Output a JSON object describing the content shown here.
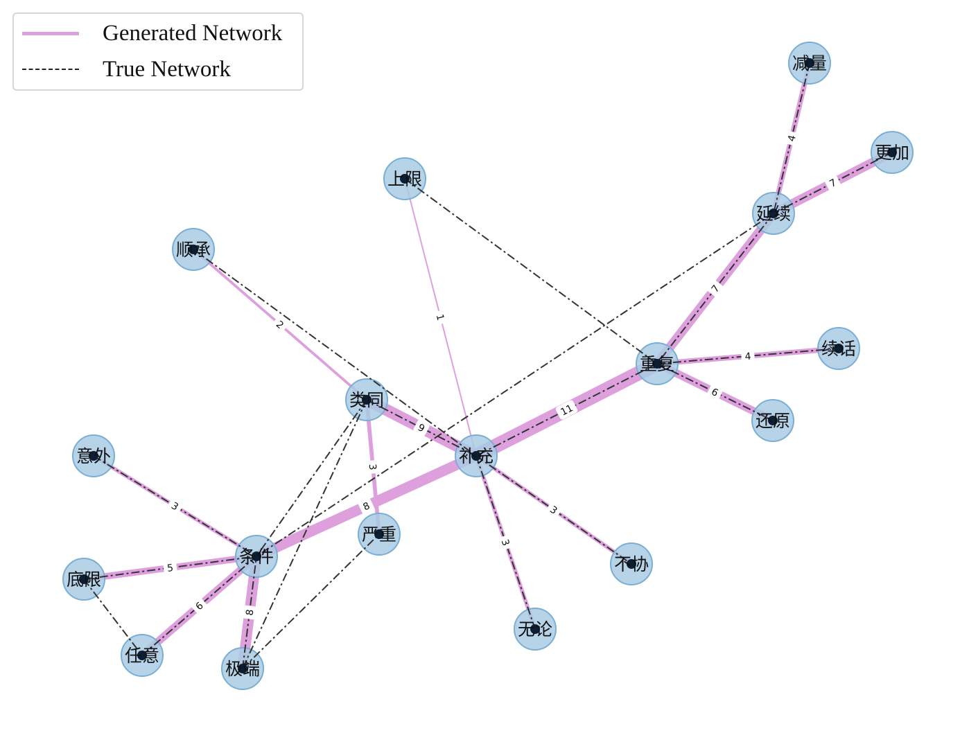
{
  "legend": {
    "generated_label": "Generated Network",
    "true_label": "True Network",
    "generated_color": "#dda0dd",
    "true_color": "#333333"
  },
  "colors": {
    "node_fill": "#a9cbe4",
    "node_stroke": "#7aaed4",
    "dot": "#0b1e33"
  },
  "nodes": [
    {
      "id": "减量",
      "label": "减量"
    },
    {
      "id": "更加",
      "label": "更加"
    },
    {
      "id": "上限",
      "label": "上限"
    },
    {
      "id": "延续",
      "label": "延续"
    },
    {
      "id": "顺承",
      "label": "顺承"
    },
    {
      "id": "续话",
      "label": "续话"
    },
    {
      "id": "重复",
      "label": "重复"
    },
    {
      "id": "类同",
      "label": "类同"
    },
    {
      "id": "还原",
      "label": "还原"
    },
    {
      "id": "意外",
      "label": "意外"
    },
    {
      "id": "补充",
      "label": "补充"
    },
    {
      "id": "严重",
      "label": "严重"
    },
    {
      "id": "不协",
      "label": "不协"
    },
    {
      "id": "条件",
      "label": "条件"
    },
    {
      "id": "底限",
      "label": "底限"
    },
    {
      "id": "无论",
      "label": "无论"
    },
    {
      "id": "任意",
      "label": "任意"
    },
    {
      "id": "极端",
      "label": "极端"
    }
  ],
  "generated_edges": [
    {
      "source": "减量",
      "target": "延续",
      "weight": 4
    },
    {
      "source": "更加",
      "target": "延续",
      "weight": 7
    },
    {
      "source": "延续",
      "target": "重复",
      "weight": 7
    },
    {
      "source": "重复",
      "target": "续话",
      "weight": 4
    },
    {
      "source": "重复",
      "target": "还原",
      "weight": 6
    },
    {
      "source": "重复",
      "target": "补充",
      "weight": 11
    },
    {
      "source": "上限",
      "target": "补充",
      "weight": 1
    },
    {
      "source": "顺承",
      "target": "类同",
      "weight": 2
    },
    {
      "source": "类同",
      "target": "补充",
      "weight": 9
    },
    {
      "source": "类同",
      "target": "严重",
      "weight": 3
    },
    {
      "source": "补充",
      "target": "不协",
      "weight": 3
    },
    {
      "source": "补充",
      "target": "无论",
      "weight": 3
    },
    {
      "source": "补充",
      "target": "条件",
      "weight": 8
    },
    {
      "source": "意外",
      "target": "条件",
      "weight": 3
    },
    {
      "source": "底限",
      "target": "条件",
      "weight": 5
    },
    {
      "source": "任意",
      "target": "条件",
      "weight": 6
    },
    {
      "source": "极端",
      "target": "条件",
      "weight": 8
    }
  ],
  "true_edges": [
    {
      "source": "减量",
      "target": "延续"
    },
    {
      "source": "更加",
      "target": "延续"
    },
    {
      "source": "延续",
      "target": "重复"
    },
    {
      "source": "延续",
      "target": "条件"
    },
    {
      "source": "上限",
      "target": "重复"
    },
    {
      "source": "顺承",
      "target": "补充"
    },
    {
      "source": "重复",
      "target": "续话"
    },
    {
      "source": "重复",
      "target": "还原"
    },
    {
      "source": "重复",
      "target": "补充"
    },
    {
      "source": "类同",
      "target": "补充"
    },
    {
      "source": "类同",
      "target": "条件"
    },
    {
      "source": "类同",
      "target": "极端"
    },
    {
      "source": "补充",
      "target": "不协"
    },
    {
      "source": "补充",
      "target": "无论"
    },
    {
      "source": "意外",
      "target": "条件"
    },
    {
      "source": "底限",
      "target": "条件"
    },
    {
      "source": "底限",
      "target": "任意"
    },
    {
      "source": "任意",
      "target": "条件"
    },
    {
      "source": "极端",
      "target": "条件"
    },
    {
      "source": "极端",
      "target": "严重"
    }
  ]
}
